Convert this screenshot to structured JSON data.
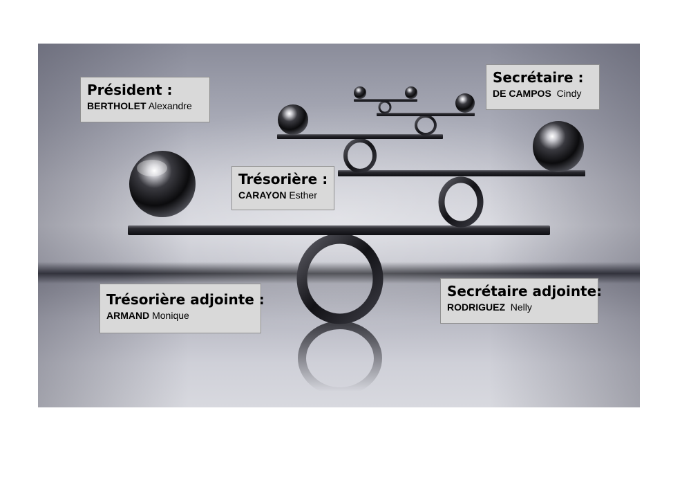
{
  "board": [
    {
      "role": "Président :",
      "last_name": "BERTHOLET",
      "first_name": "Alexandre"
    },
    {
      "role": "Secrétaire :",
      "last_name": "DE CAMPOS",
      "first_name": "Cindy"
    },
    {
      "role": "Trésorière :",
      "last_name": "CARAYON",
      "first_name": "Esther"
    },
    {
      "role": "Trésorière adjointe :",
      "last_name": "ARMAND",
      "first_name": "Monique"
    },
    {
      "role": "Secrétaire adjointe:",
      "last_name": "RODRIGUEZ",
      "first_name": "Nelly"
    }
  ],
  "colors": {
    "box_background": "#d9d9d9",
    "box_border": "#8f8f8f",
    "text": "#000000",
    "page_background": "#ffffff"
  }
}
